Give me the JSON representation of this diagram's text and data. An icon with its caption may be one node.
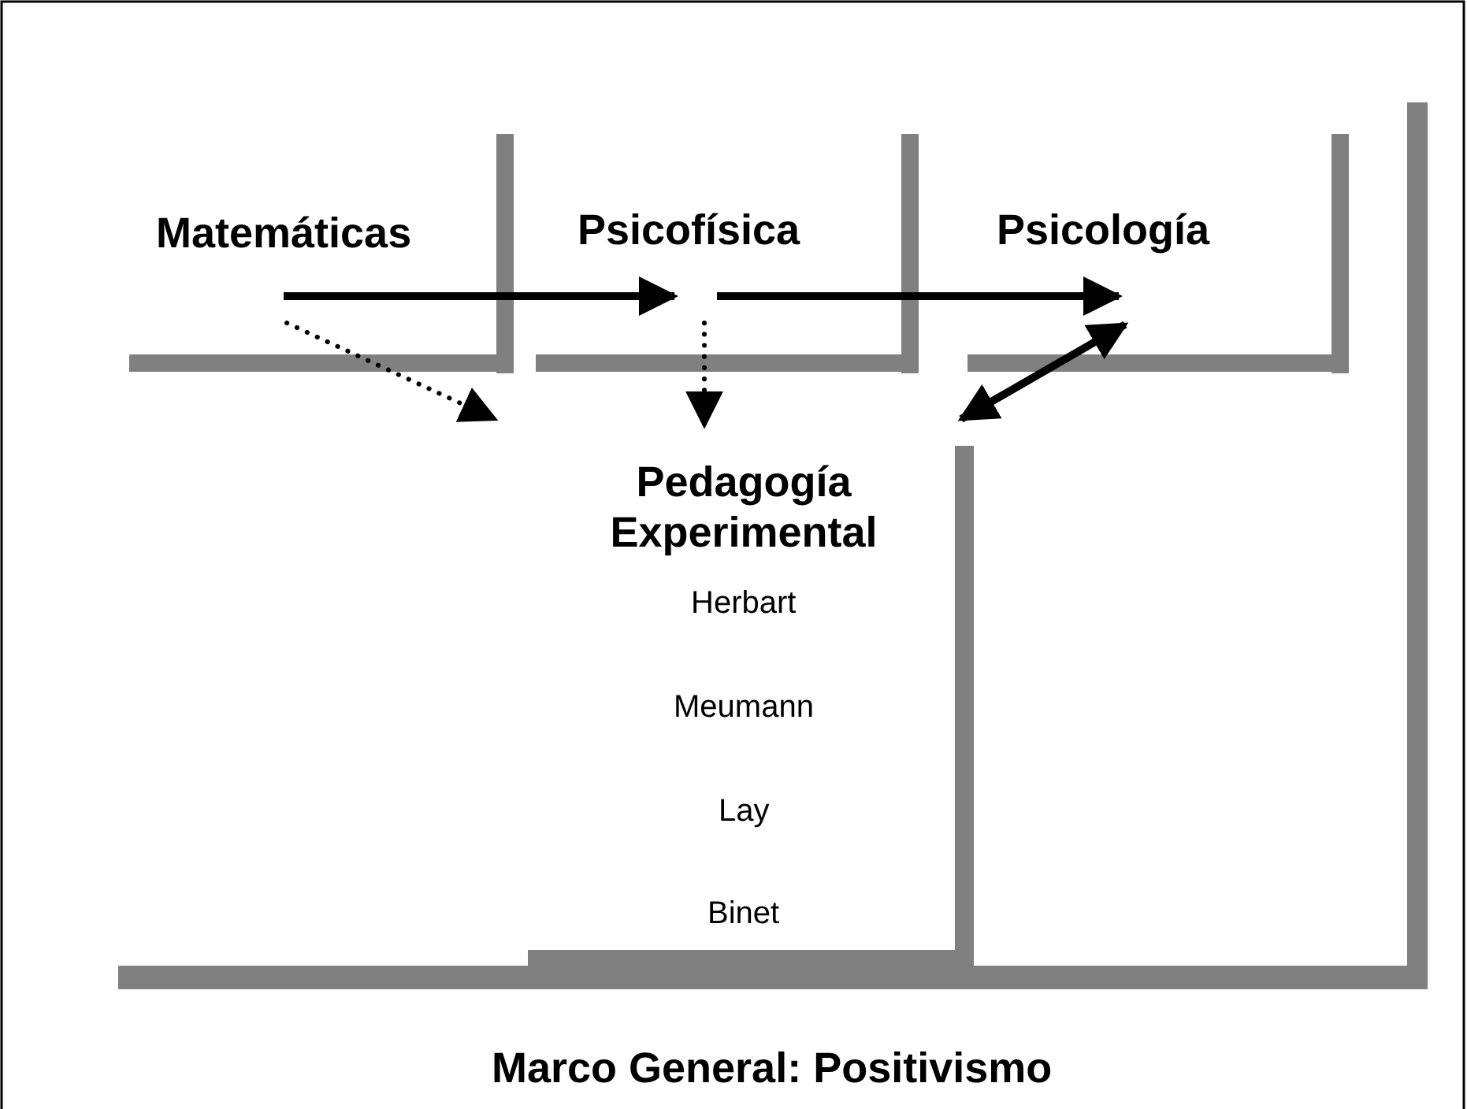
{
  "diagram": {
    "nodes": [
      {
        "text": [
          "Marco General: Positivismo"
        ]
      },
      {
        "text": [
          "Matemáticas"
        ],
        "in": 0
      },
      {
        "text": [
          "Psicofísica"
        ],
        "in": 0
      },
      {
        "text": [
          "Psicología"
        ],
        "in": 0
      },
      {
        "text": [
          "Pedagogía Experimental",
          "Herbart",
          "Meumann",
          "Lay",
          "Binet"
        ],
        "in": 0
      }
    ],
    "edges": [
      {
        "from": 1,
        "to": 2,
        "arrow": "to"
      },
      {
        "from": 2,
        "to": 3,
        "arrow": "to"
      },
      {
        "from": 1,
        "to": 4,
        "arrow": "to",
        "style": "dashed"
      },
      {
        "from": 2,
        "to": 4,
        "arrow": "to",
        "style": "dashed"
      },
      {
        "from": 3,
        "to": 4,
        "arrow": "both"
      }
    ]
  }
}
